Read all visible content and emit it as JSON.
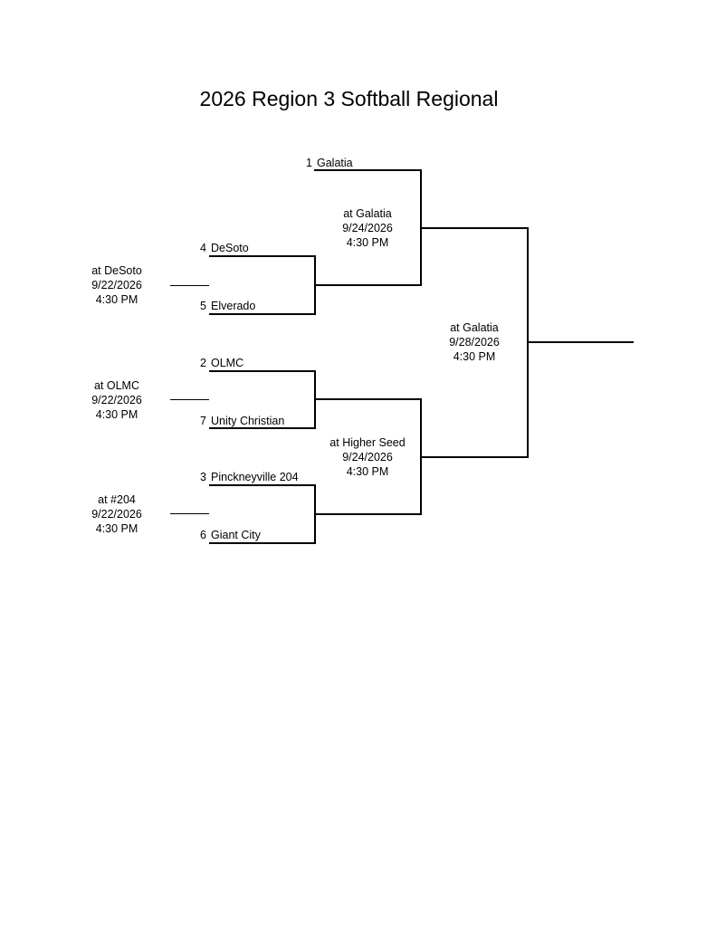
{
  "title": "2026 Region 3 Softball Regional",
  "teams": [
    {
      "seed": "1",
      "name": "Galatia"
    },
    {
      "seed": "4",
      "name": "DeSoto"
    },
    {
      "seed": "5",
      "name": "Elverado"
    },
    {
      "seed": "2",
      "name": "OLMC"
    },
    {
      "seed": "7",
      "name": "Unity Christian"
    },
    {
      "seed": "3",
      "name": "Pinckneyville 204"
    },
    {
      "seed": "6",
      "name": "Giant City"
    }
  ],
  "games": {
    "g45": {
      "site": "at DeSoto",
      "date": "9/22/2026",
      "time": "4:30 PM"
    },
    "g27": {
      "site": "at OLMC",
      "date": "9/22/2026",
      "time": "4:30 PM"
    },
    "g36": {
      "site": "at #204",
      "date": "9/22/2026",
      "time": "4:30 PM"
    },
    "semi_top": {
      "site": "at Galatia",
      "date": "9/24/2026",
      "time": "4:30 PM"
    },
    "semi_bottom": {
      "site": "at Higher Seed",
      "date": "9/24/2026",
      "time": "4:30 PM"
    },
    "final": {
      "site": "at Galatia",
      "date": "9/28/2026",
      "time": "4:30 PM"
    }
  }
}
